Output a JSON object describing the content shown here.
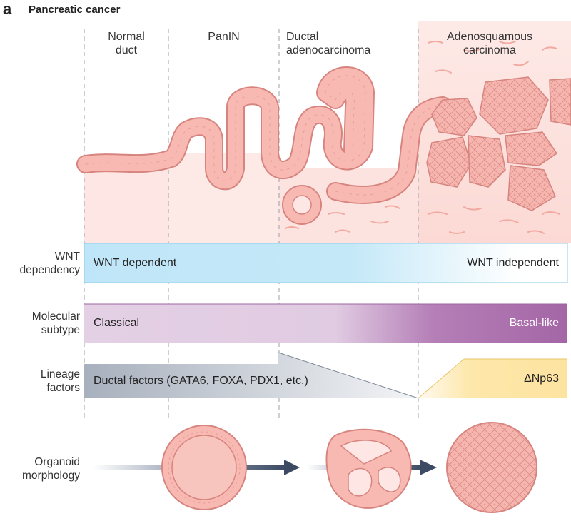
{
  "panel": {
    "letter": "a",
    "title": "Pancreatic cancer"
  },
  "stages": [
    {
      "line1": "Normal",
      "line2": "duct"
    },
    {
      "line1": "PanIN",
      "line2": ""
    },
    {
      "line1": "Ductal",
      "line2": "adenocarcinoma"
    },
    {
      "line1": "Adenosquamous",
      "line2": "carcinoma"
    }
  ],
  "rows": {
    "wnt": {
      "label1": "WNT",
      "label2": "dependency",
      "left": "WNT dependent",
      "right": "WNT independent"
    },
    "subtype": {
      "label1": "Molecular",
      "label2": "subtype",
      "left": "Classical",
      "right": "Basal-like"
    },
    "lineage": {
      "label1": "Lineage",
      "label2": "factors",
      "left": "Ductal factors (GATA6, FOXA, PDX1, etc.)",
      "right": "ΔNp63"
    },
    "organoid": {
      "label1": "Organoid",
      "label2": "morphology"
    }
  },
  "colors": {
    "tissue_fill": "#f5b3ad",
    "tissue_edge": "#d98a85",
    "stroma": "#fde3df",
    "wnt_blue": "#bfe6f8",
    "subtype_light": "#e2cde4",
    "subtype_dark": "#a56aa8",
    "lineage_grey": "#aeb7c4",
    "np63_yellow": "#fde7a8",
    "arrow": "#3c4b63"
  }
}
